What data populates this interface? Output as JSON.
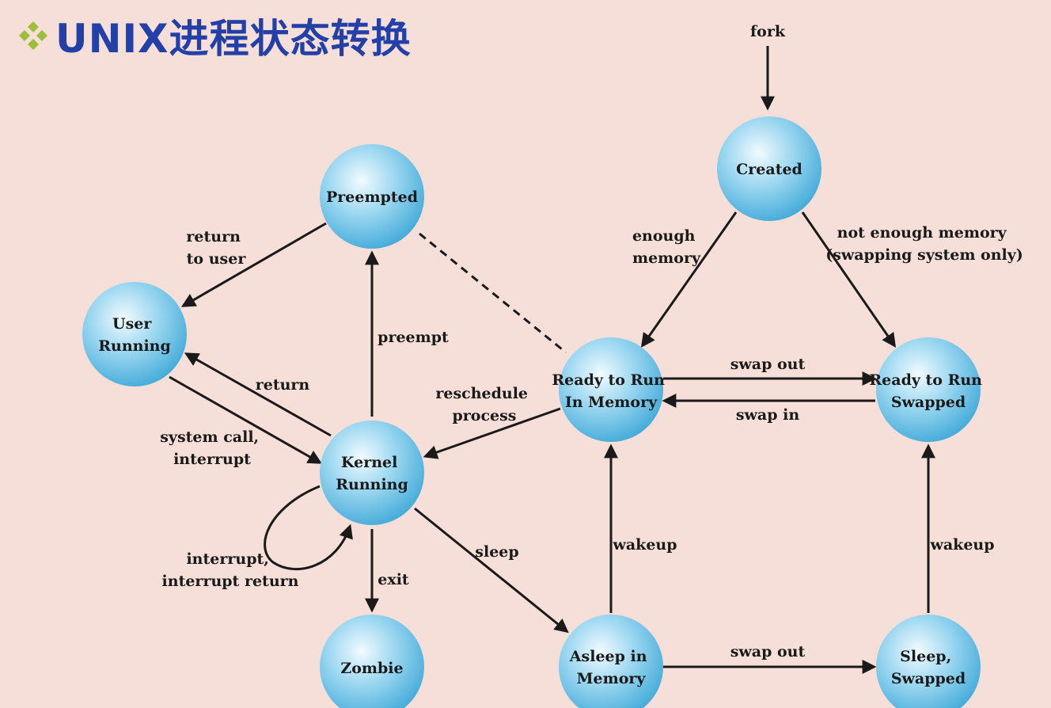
{
  "title": "UNIX进程状态转换",
  "colors": {
    "title": "#2340a8",
    "bullet": "#9bbf3a",
    "background": "#f6dfd8",
    "node": "#5bbbe3"
  },
  "title_icon": "diamond-cluster-icon",
  "nodes": {
    "preempted": {
      "lines": [
        "Preempted"
      ]
    },
    "created": {
      "lines": [
        "Created"
      ]
    },
    "user_running": {
      "lines": [
        "User",
        "Running"
      ]
    },
    "kernel_running": {
      "lines": [
        "Kernel",
        "Running"
      ]
    },
    "ready_mem": {
      "lines": [
        "Ready to Run",
        "In Memory"
      ]
    },
    "ready_swapped": {
      "lines": [
        "Ready to Run",
        "Swapped"
      ]
    },
    "zombie": {
      "lines": [
        "Zombie"
      ]
    },
    "asleep_mem": {
      "lines": [
        "Asleep in",
        "Memory"
      ]
    },
    "sleep_swapped": {
      "lines": [
        "Sleep,",
        "Swapped"
      ]
    }
  },
  "edges": {
    "fork": {
      "lines": [
        "fork"
      ]
    },
    "return_to_user": {
      "lines": [
        "return",
        "to user"
      ]
    },
    "preempt": {
      "lines": [
        "preempt"
      ]
    },
    "return": {
      "lines": [
        "return"
      ]
    },
    "system_call": {
      "lines": [
        "system call,",
        "interrupt"
      ]
    },
    "interrupt_return": {
      "lines": [
        "interrupt,",
        "interrupt return"
      ]
    },
    "exit": {
      "lines": [
        "exit"
      ]
    },
    "sleep": {
      "lines": [
        "sleep"
      ]
    },
    "reschedule": {
      "lines": [
        "reschedule",
        "process"
      ]
    },
    "enough_memory": {
      "lines": [
        "enough",
        "memory"
      ]
    },
    "not_enough_memory": {
      "lines": [
        "not enough memory",
        "(swapping system only)"
      ]
    },
    "swap_out_ready": {
      "lines": [
        "swap out"
      ]
    },
    "swap_in": {
      "lines": [
        "swap in"
      ]
    },
    "wakeup_mem": {
      "lines": [
        "wakeup"
      ]
    },
    "wakeup_swapped": {
      "lines": [
        "wakeup"
      ]
    },
    "swap_out_sleep": {
      "lines": [
        "swap out"
      ]
    }
  }
}
